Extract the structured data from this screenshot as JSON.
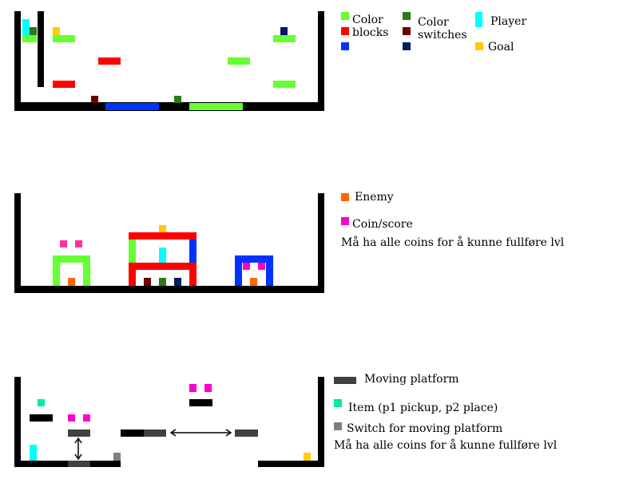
{
  "colors": {
    "green": "#66ff33",
    "red": "#ff0000",
    "blue": "#0033ff",
    "green_switch": "#2a7a1a",
    "red_switch": "#6b0000",
    "blue_switch": "#001a66",
    "player": "#00ffff",
    "goal": "#ffcc00",
    "enemy": "#ff6600",
    "coin": "#ff00cc",
    "coin_alt": "#ff3399",
    "item": "#00ee99",
    "moving_platform": "#404040",
    "platform_switch": "#808080",
    "wall": "#000000"
  },
  "legend_top": {
    "color_blocks": "Color\nblocks",
    "color_switches": "Color\nswitches",
    "player": "Player",
    "goal": "Goal"
  },
  "legend_mid": {
    "enemy": "Enemy",
    "coin": "Coin/score",
    "note": "Må ha alle coins for å kunne fullføre lvl"
  },
  "legend_bottom": {
    "moving_platform": "Moving platform",
    "item": "Item (p1 pickup, p2 place)",
    "platform_switch": "Switch for moving platform",
    "note": "Må ha alle coins for å kunne fullføre lvl"
  }
}
